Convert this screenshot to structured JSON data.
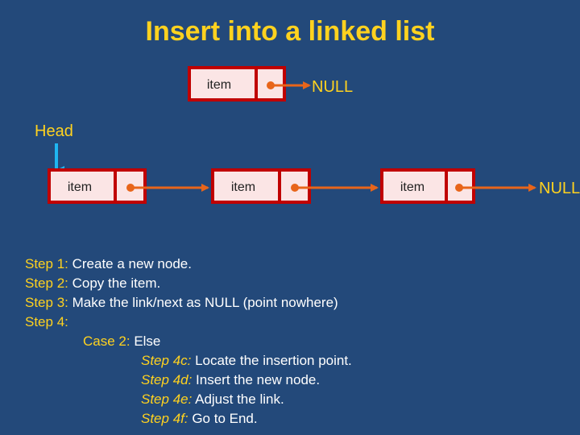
{
  "title": "Insert into a linked list",
  "new_node": {
    "item_label": "item",
    "null_label": "NULL"
  },
  "head_label": "Head",
  "list_nodes": [
    {
      "item_label": "item"
    },
    {
      "item_label": "item"
    },
    {
      "item_label": "item"
    }
  ],
  "list_null_label": "NULL",
  "steps": [
    {
      "label": "Step 1:",
      "text": " Create a new node."
    },
    {
      "label": "Step 2:",
      "text": " Copy the item."
    },
    {
      "label": "Step 3:",
      "text": " Make the link/next as NULL (point nowhere)"
    },
    {
      "label": "Step 4:",
      "text": ""
    }
  ],
  "case": {
    "label": "Case 2:",
    "text": " Else"
  },
  "substeps": [
    {
      "label": "Step 4c:",
      "text": " Locate the insertion point."
    },
    {
      "label": "Step 4d:",
      "text": " Insert the new node."
    },
    {
      "label": "Step 4e:",
      "text": " Adjust the link."
    },
    {
      "label": "Step 4f:",
      "text": " Go to End."
    }
  ],
  "colors": {
    "background": "#23497a",
    "title": "#ffd21f",
    "node_fill": "#fbe5e5",
    "node_border": "#c00000",
    "arrow": "#e8651a",
    "head_arrow": "#1fb6f2",
    "null_text": "#ffd21f",
    "step_label": "#ffd21f"
  }
}
